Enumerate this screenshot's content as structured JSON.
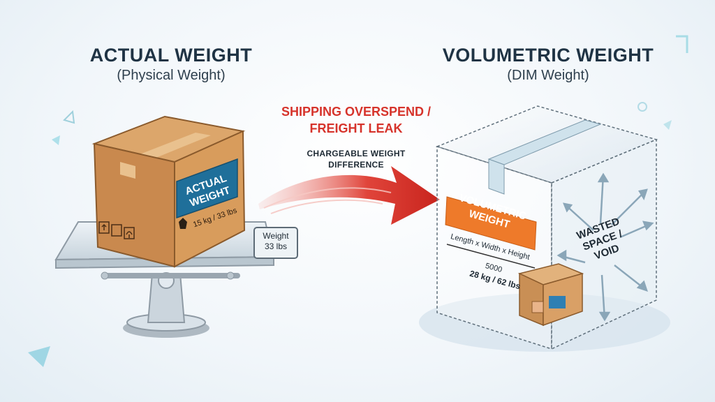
{
  "left": {
    "title": "ACTUAL WEIGHT",
    "subtitle": "(Physical Weight)",
    "box_label_line1": "ACTUAL",
    "box_label_line2": "WEIGHT",
    "box_weight": "15 kg / 33 lbs",
    "scale_display_line1": "Weight",
    "scale_display_line2": "33 lbs"
  },
  "middle": {
    "headline_line1": "SHIPPING OVERSPEND /",
    "headline_line2": "FREIGHT LEAK",
    "caption_line1": "CHARGEABLE WEIGHT",
    "caption_line2": "DIFFERENCE"
  },
  "right": {
    "title": "VOLUMETRIC WEIGHT",
    "subtitle": "(DIM Weight)",
    "label_line1": "VOLUMETRIC",
    "label_line2": "WEIGHT",
    "formula_numerator": "Length x Width x Height",
    "formula_denominator": "5000",
    "dim_weight": "28 kg / 62 lbs",
    "void_line1": "WASTED",
    "void_line2": "SPACE /",
    "void_line3": "VOID"
  },
  "colors": {
    "title": "#1f3344",
    "accent_red": "#d6332b",
    "label_blue": "#1f6f9a",
    "label_orange": "#ee7a2a",
    "cardboard": "#c98f55"
  }
}
